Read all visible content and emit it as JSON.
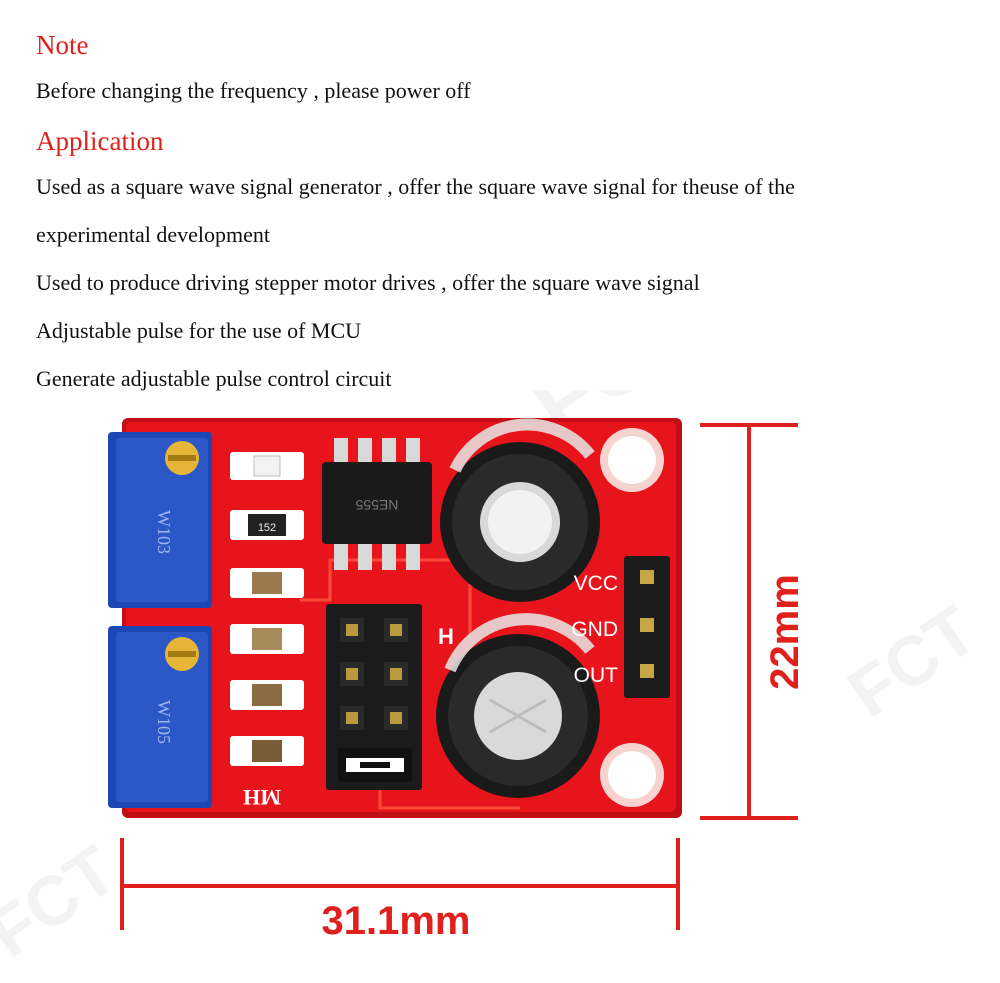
{
  "note": {
    "heading": "Note",
    "text": "Before changing the frequency , please power off"
  },
  "application": {
    "heading": "Application",
    "lines": [
      "Used as a square wave signal generator , offer the square wave signal for theuse of the",
      "experimental development",
      "Used to produce driving stepper motor drives , offer the square wave signal",
      "Adjustable pulse for the use of MCU",
      "Generate adjustable pulse control circuit"
    ]
  },
  "board": {
    "chip_label": "NE555",
    "resistor_code": "152",
    "pot_top_label": "W103",
    "pot_bottom_label": "W105",
    "jumper_label": "H",
    "brand_mark": "MH",
    "pins": [
      "VCC",
      "GND",
      "OUT"
    ]
  },
  "dimensions": {
    "height_label": "22mm",
    "width_label": "31.1mm"
  },
  "watermark": "FCT",
  "colors": {
    "accent": "#e0201c",
    "pcb": "#e8141c",
    "pot": "#2b57c7",
    "dimension_line": "#e0201c"
  }
}
